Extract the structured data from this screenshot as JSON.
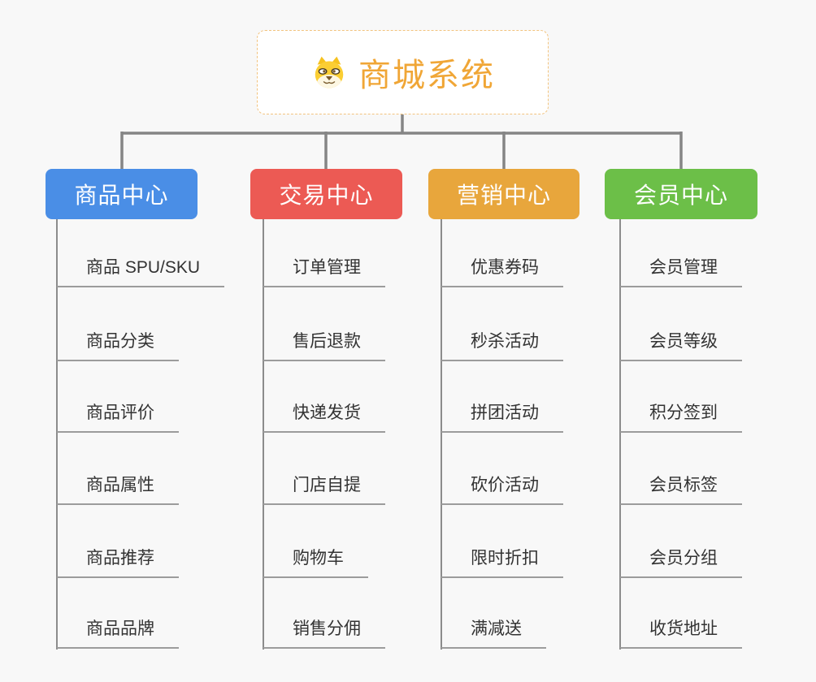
{
  "canvas": {
    "background": "#f8f8f8",
    "connector_color": "#858585",
    "underline_color": "#9c9c9c"
  },
  "root": {
    "title": "商城系统",
    "icon": "dog-face-icon",
    "text_color": "#f0a636",
    "border_color": "#f2c37e"
  },
  "branches": [
    {
      "label": "商品中心",
      "color": "#4a8ee6",
      "items": [
        "商品 SPU/SKU",
        "商品分类",
        "商品评价",
        "商品属性",
        "商品推荐",
        "商品品牌"
      ]
    },
    {
      "label": "交易中心",
      "color": "#ec5a54",
      "items": [
        "订单管理",
        "售后退款",
        "快递发货",
        "门店自提",
        "购物车",
        "销售分佣"
      ]
    },
    {
      "label": "营销中心",
      "color": "#e8a63c",
      "items": [
        "优惠券码",
        "秒杀活动",
        "拼团活动",
        "砍价活动",
        "限时折扣",
        "满减送"
      ]
    },
    {
      "label": "会员中心",
      "color": "#6cbf48",
      "items": [
        "会员管理",
        "会员等级",
        "积分签到",
        "会员标签",
        "会员分组",
        "收货地址"
      ]
    }
  ]
}
